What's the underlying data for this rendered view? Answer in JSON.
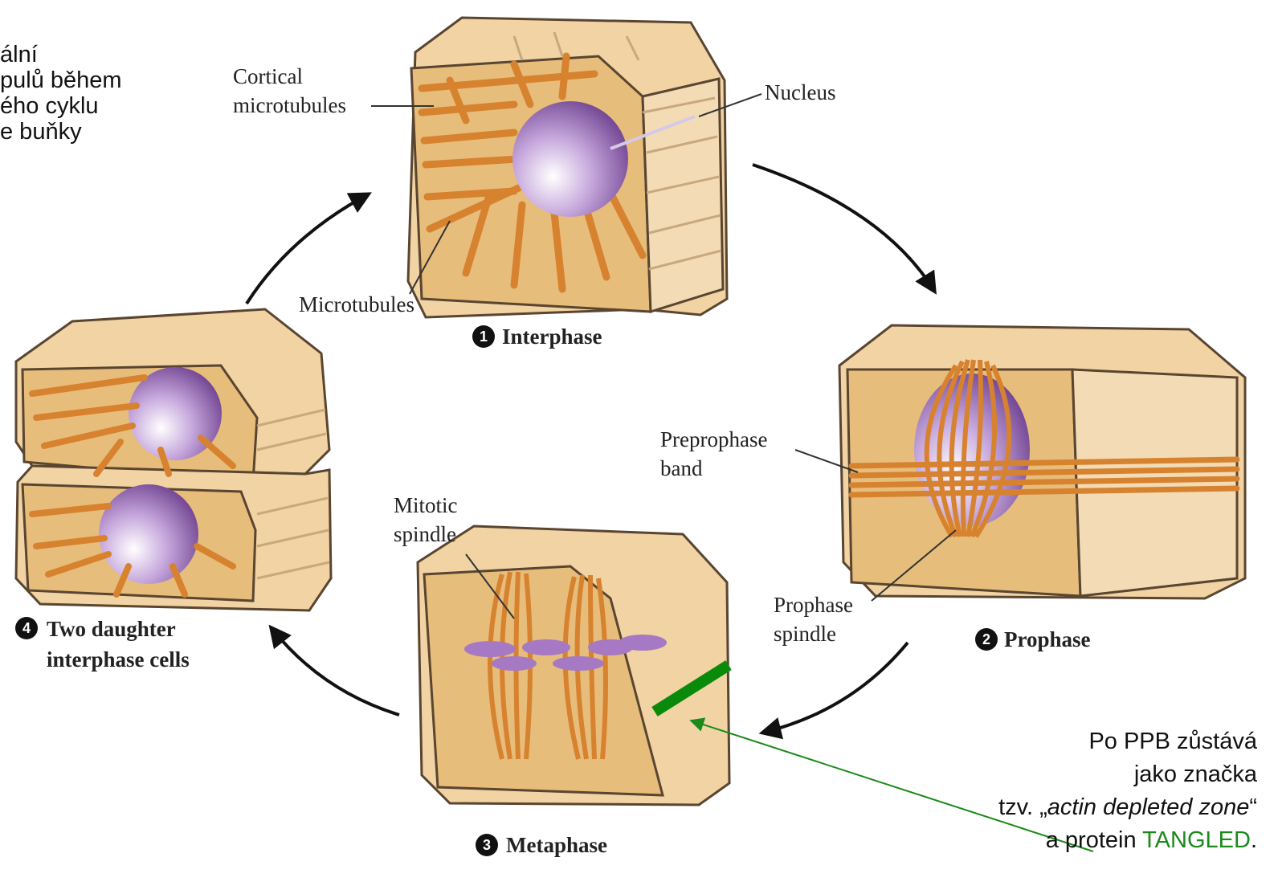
{
  "caption": [
    "ální",
    "pulů během",
    "ého cyklu",
    "e buňky"
  ],
  "labels": {
    "cortical_microtubules": [
      "Cortical",
      "microtubules"
    ],
    "nucleus": "Nucleus",
    "microtubules": "Microtubules",
    "preprophase_band": [
      "Preprophase",
      "band"
    ],
    "prophase_spindle": [
      "Prophase",
      "spindle"
    ],
    "mitotic_spindle": [
      "Mitotic",
      "spindle"
    ]
  },
  "stages": [
    {
      "num": "1",
      "name": "Interphase"
    },
    {
      "num": "2",
      "name": "Prophase"
    },
    {
      "num": "3",
      "name": "Metaphase"
    },
    {
      "num": "4",
      "name": "Two daughter",
      "name2": "interphase cells"
    }
  ],
  "note": {
    "line1": "Po PPB zůstává",
    "line2": "jako značka",
    "line3_pre": "tzv. „",
    "line3_em": "actin depleted zone",
    "line3_post": "“",
    "line4_pre": "a protein ",
    "line4_highlight": "TANGLED",
    "line4_post": "."
  },
  "colors": {
    "cell_fill": "#f1d3a4",
    "cell_inner": "#e7bd7b",
    "cell_edge": "#5a4530",
    "microtubule": "#d7822f",
    "nucleus": "#8a5aa8",
    "marker": "#0a8a0a"
  }
}
